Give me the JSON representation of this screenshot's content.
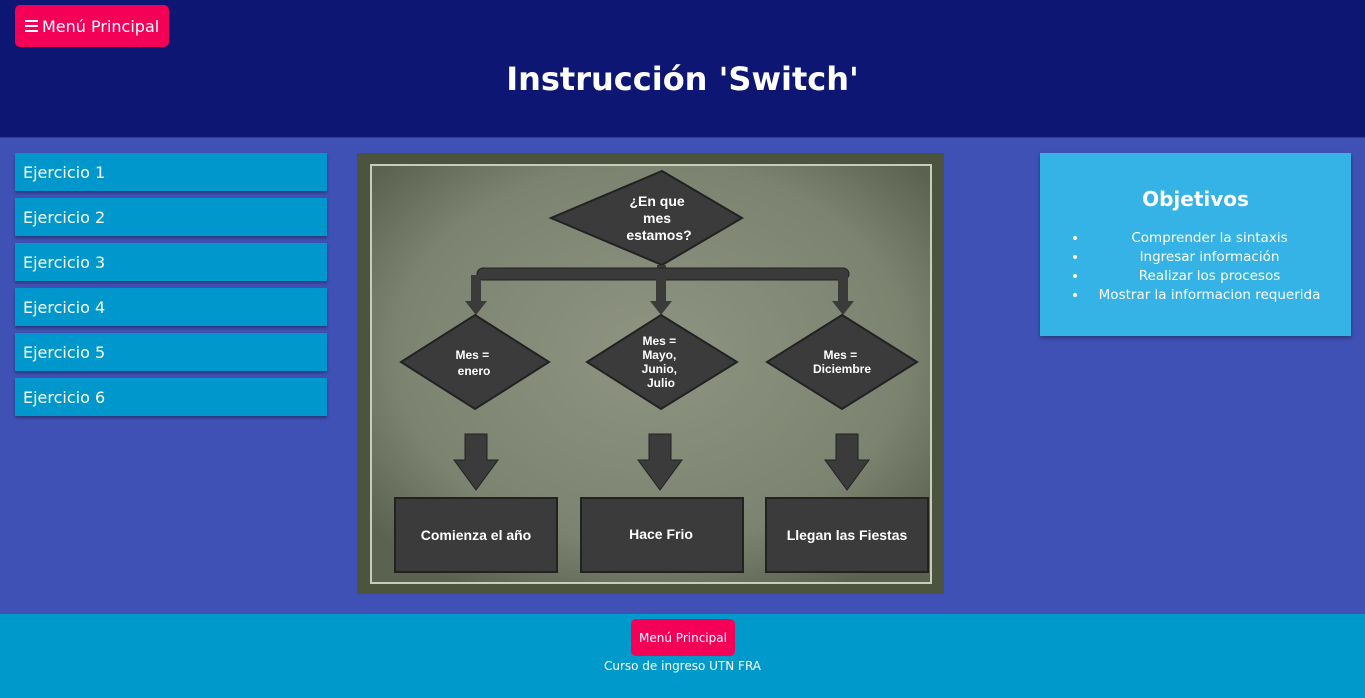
{
  "header": {
    "menu_label": "Menú Principal",
    "title": "Instrucción 'Switch'"
  },
  "sidebar": {
    "items": [
      {
        "label": "Ejercicio 1"
      },
      {
        "label": "Ejercicio 2"
      },
      {
        "label": "Ejercicio 3"
      },
      {
        "label": "Ejercicio 4"
      },
      {
        "label": "Ejercicio 5"
      },
      {
        "label": "Ejercicio 6"
      }
    ]
  },
  "diagram": {
    "question": [
      "¿En que",
      "mes",
      "estamos?"
    ],
    "cases": [
      {
        "condition": [
          "Mes =",
          "enero"
        ],
        "result": "Comienza el año"
      },
      {
        "condition": [
          "Mes =",
          "Mayo,",
          "Junio,",
          "Julio"
        ],
        "result": "Hace Frio"
      },
      {
        "condition": [
          "Mes =",
          "Diciembre"
        ],
        "result": "Llegan las Fiestas"
      }
    ]
  },
  "objectives": {
    "title": "Objetivos",
    "items": [
      "Comprender la sintaxis",
      "Ingresar información",
      "Realizar los procesos",
      "Mostrar la informacion requerida"
    ]
  },
  "footer": {
    "menu_label": "Menú Principal",
    "course_text": "Curso de ingreso UTN FRA"
  },
  "colors": {
    "header_bg": "#0d1773",
    "body_bg": "#3f51b5",
    "accent": "#f50057",
    "sidebar_item": "#0097cc",
    "objectives_bg": "#35b2e6",
    "footer_bg": "#0099cc"
  }
}
